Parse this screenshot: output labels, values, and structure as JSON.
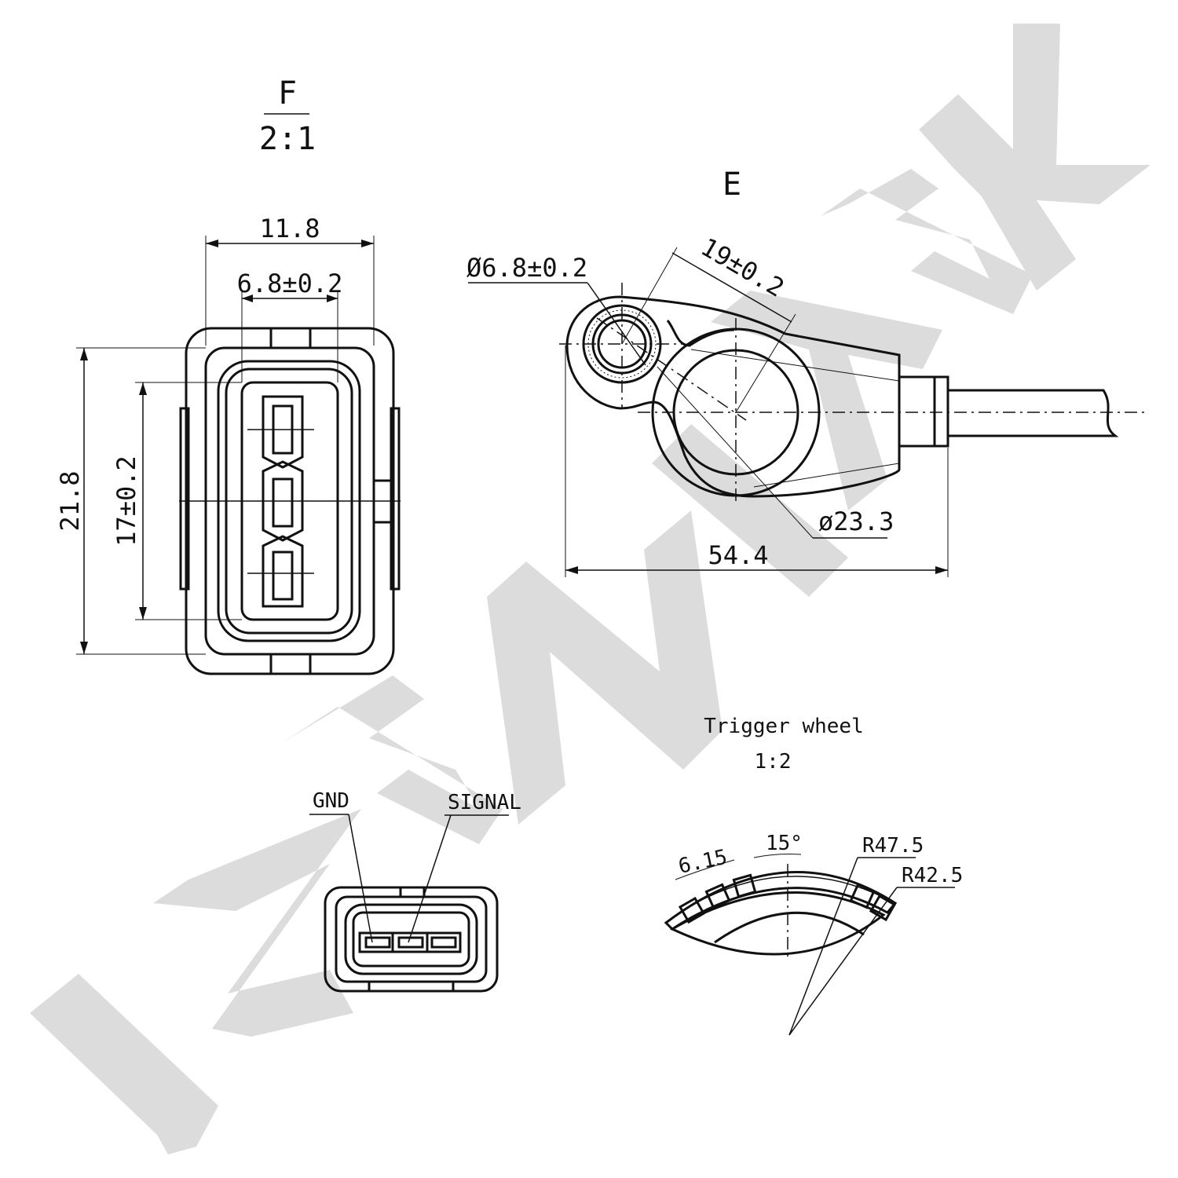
{
  "watermark": {
    "text": "ZENITEK",
    "color": "#dcdcdc"
  },
  "view_f": {
    "label": "F",
    "scale": "2:1",
    "dims": {
      "width": "11.8",
      "inner_width": "6.8±0.2",
      "height": "21.8",
      "inner_height": "17±0.2"
    }
  },
  "view_e": {
    "label": "E",
    "dims": {
      "hole": "Ø6.8±0.2",
      "center": "19±0.2",
      "body": "ø23.3",
      "length": "54.4"
    }
  },
  "connector": {
    "pin_gnd": "GND",
    "pin_signal": "SIGNAL"
  },
  "trigger_wheel": {
    "title": "Trigger wheel",
    "scale": "1:2",
    "dims": {
      "tooth": "6.15",
      "angle": "15°",
      "r_outer": "R47.5",
      "r_inner": "R42.5"
    }
  }
}
